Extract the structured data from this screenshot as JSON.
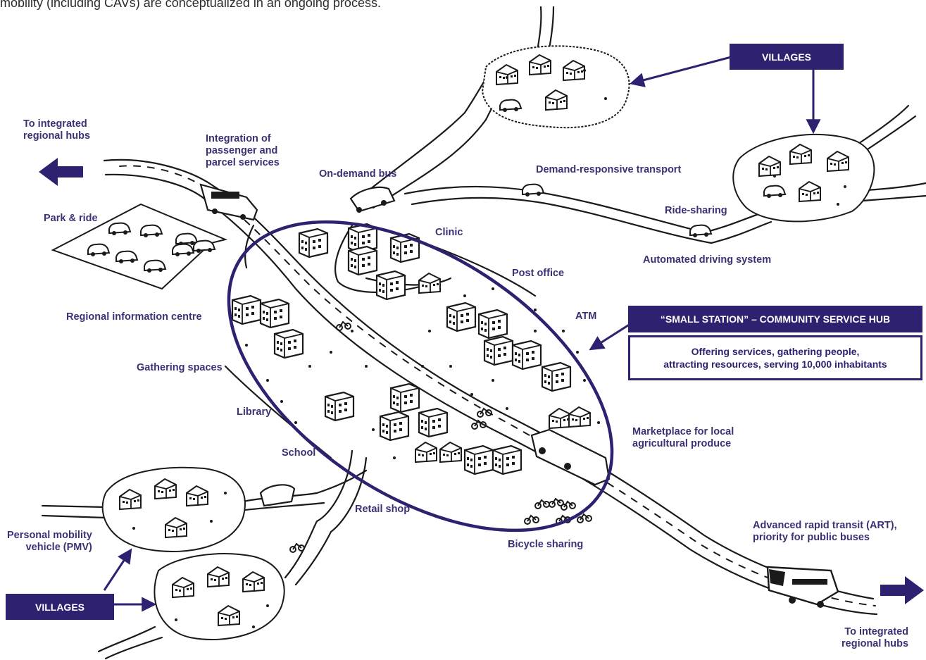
{
  "caption": "mobility (including CAVs) are conceptualized in an ongoing process.",
  "colors": {
    "accent": "#2e2270",
    "ink": "#1a1a1a",
    "label": "#3b3175"
  },
  "labels": {
    "to_hubs_top": "To integrated\nregional hubs",
    "integration": "Integration of\npassenger and\nparcel services",
    "on_demand_bus": "On-demand bus",
    "drt": "Demand-responsive transport",
    "ride_sharing": "Ride-sharing",
    "ads": "Automated driving system",
    "park_ride": "Park & ride",
    "clinic": "Clinic",
    "post_office": "Post office",
    "atm": "ATM",
    "regional_info": "Regional information centre",
    "gathering": "Gathering spaces",
    "library": "Library",
    "school": "School",
    "marketplace": "Marketplace for local\nagricultural produce",
    "retail": "Retail shop",
    "bicycle": "Bicycle sharing",
    "pmv": "Personal mobility\nvehicle (PMV)",
    "art": "Advanced rapid transit (ART),\npriority for public buses",
    "to_hubs_bottom": "To integrated\nregional hubs"
  },
  "boxes": {
    "villages_top": "VILLAGES",
    "villages_bottom": "VILLAGES",
    "hub_title": "“SMALL STATION” – COMMUNITY SERVICE HUB",
    "hub_desc": "Offering services, gathering people,\nattracting resources, serving 10,000 inhabitants"
  }
}
